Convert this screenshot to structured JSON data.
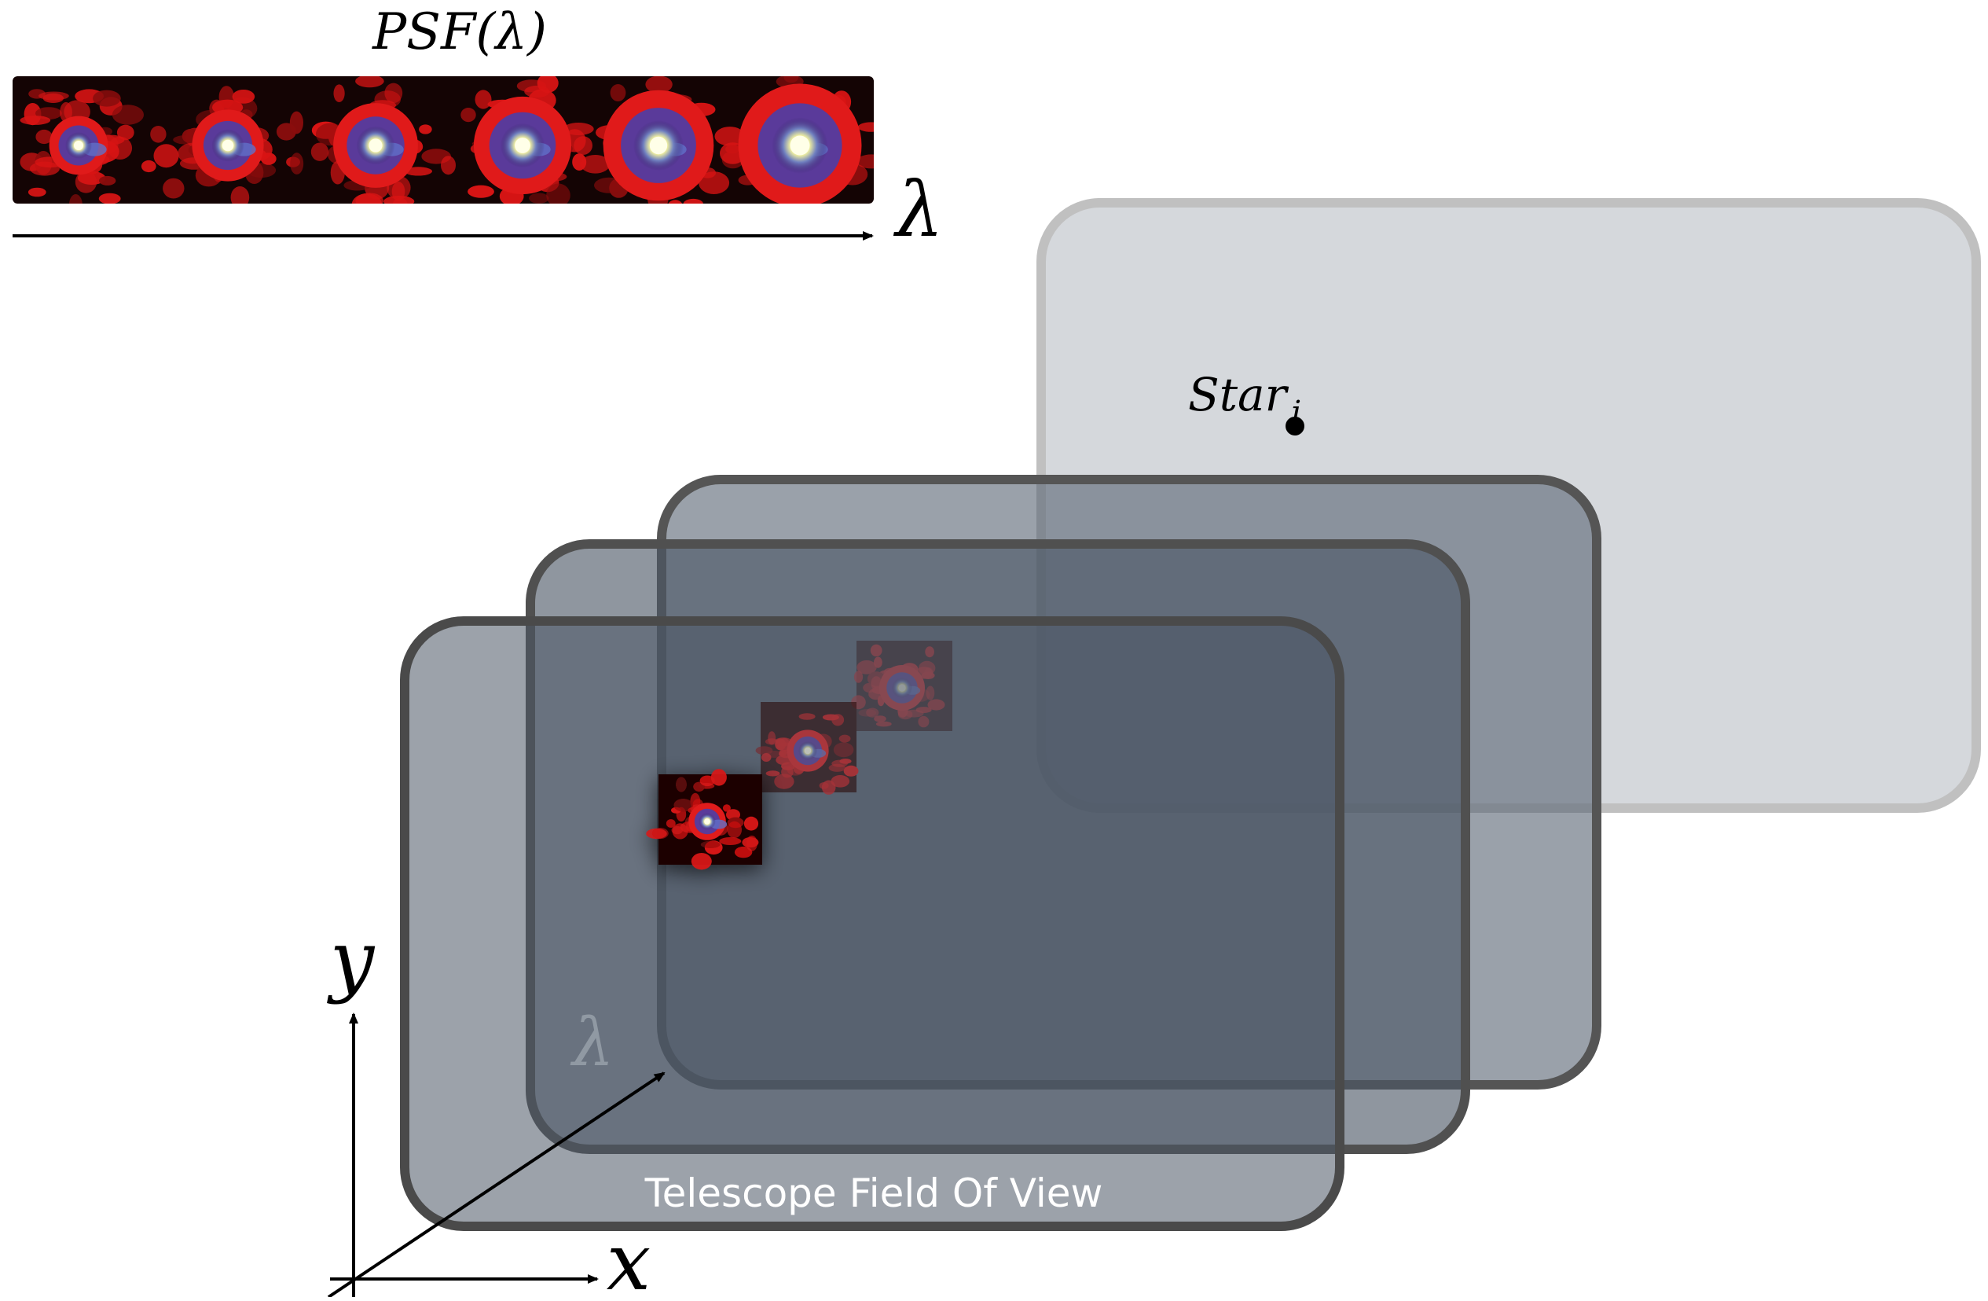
{
  "header": {
    "psf_label": "PSF(λ)",
    "wavelength_symbol": "λ"
  },
  "cube": {
    "star_label": "Star",
    "star_subscript": "i",
    "fov_caption": "Telescope Field Of View",
    "depth_axis_label": "λ"
  },
  "axes": {
    "x_label": "x",
    "y_label": "y"
  },
  "colors": {
    "psf_background": "#1a0606",
    "psf_ring": "#e01818",
    "psf_core": "#ffffe0",
    "frame_dark": "#3a4753",
    "frame_light": "#c8ccd0",
    "frame_border": "#5a5a5a"
  }
}
